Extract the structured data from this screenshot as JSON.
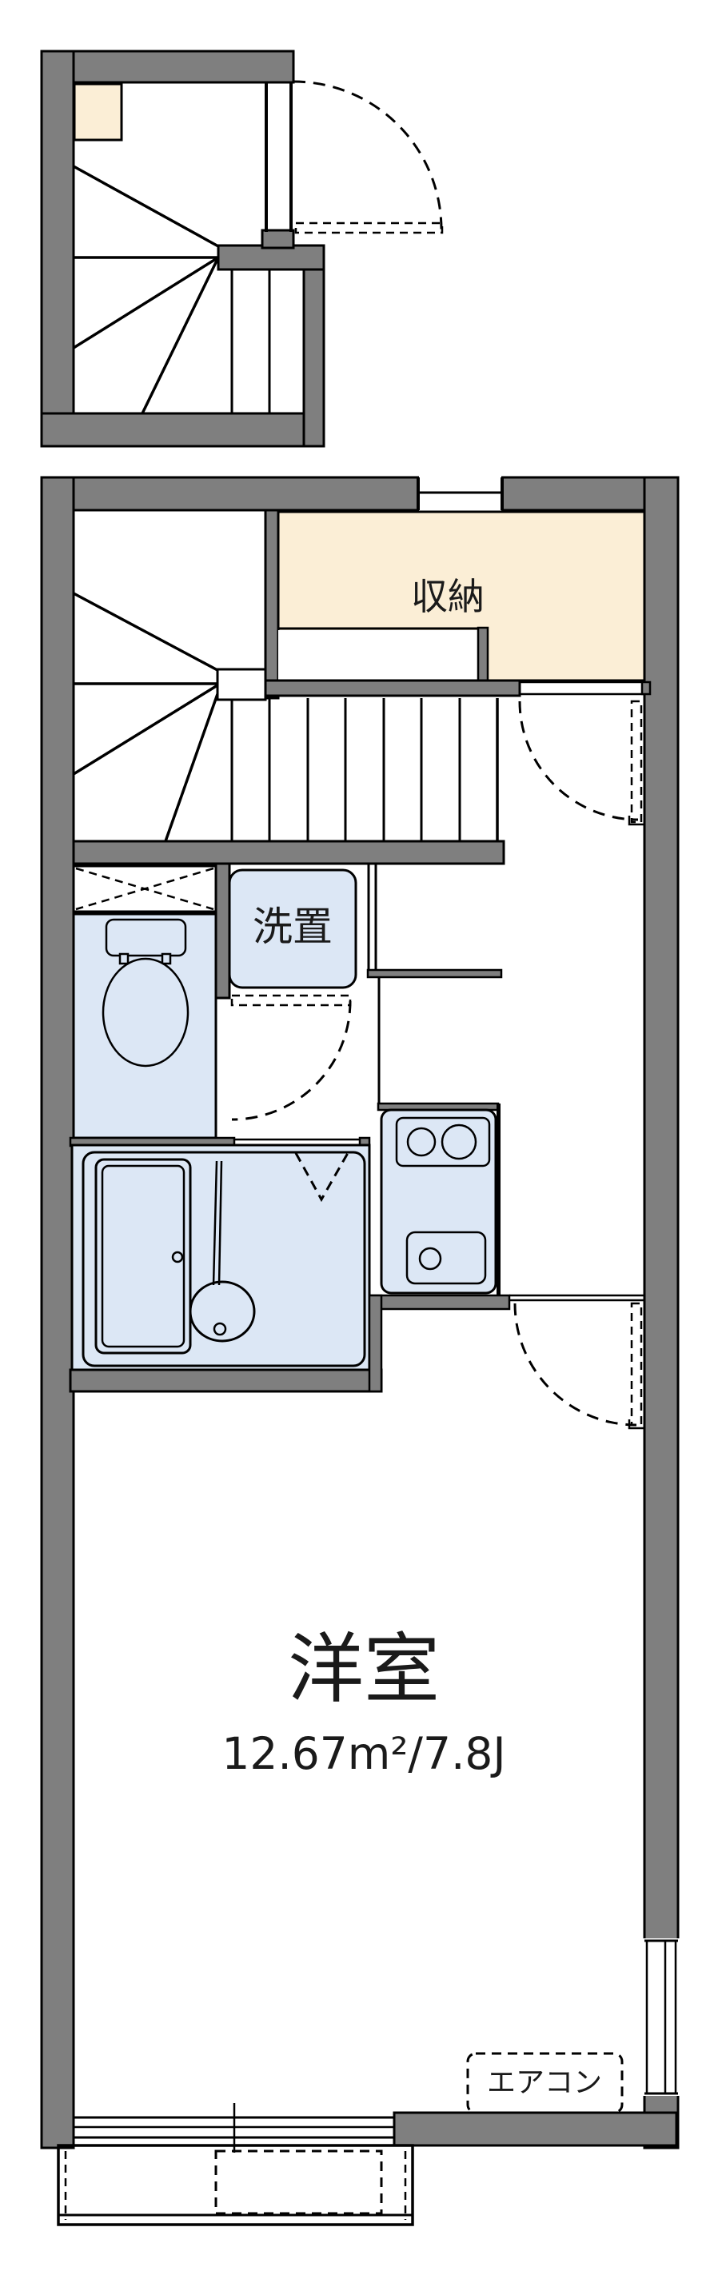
{
  "title": "apartment-floor-plan",
  "colors": {
    "wall_gray": "#7f7f7f",
    "outline_black": "#000000",
    "closet_cream": "#FBEED6",
    "fixture_blue": "#DCE7F5",
    "background": "#ffffff"
  },
  "rooms": {
    "closet": {
      "label": "収納"
    },
    "washer_place": {
      "label": "洗置"
    },
    "main_room": {
      "label": "洋室",
      "area": "12.67m²/7.8J"
    },
    "aircon": {
      "label": "エアコン"
    }
  }
}
